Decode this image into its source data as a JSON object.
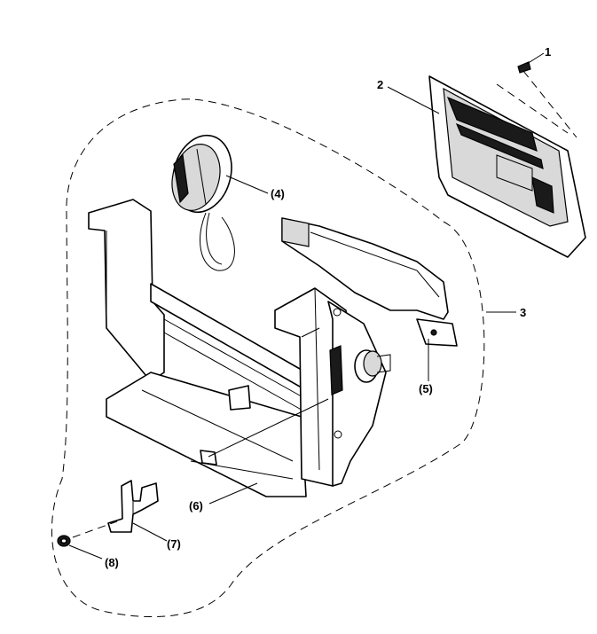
{
  "callouts": {
    "c1": "1",
    "c2": "2",
    "c3": "3",
    "c4": "(4)",
    "c5": "(5)",
    "c6": "(6)",
    "c7": "(7)",
    "c8": "(8)"
  }
}
